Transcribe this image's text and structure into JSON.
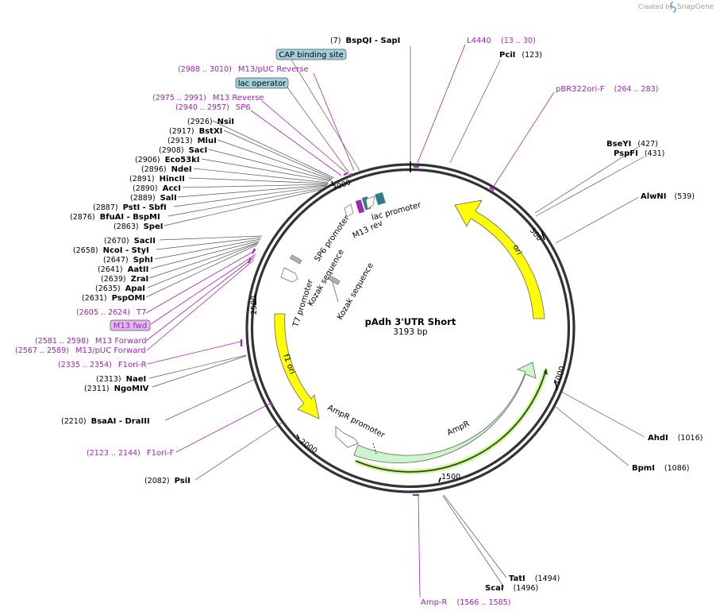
{
  "credit": {
    "prefix": "Created by",
    "brand": "SnapGene"
  },
  "plasmid": {
    "name": "pAdh 3'UTR Short",
    "length_label": "3193 bp"
  },
  "sites": [
    {
      "pre": "(7)",
      "name": "BspQI   - SapI",
      "post": ""
    },
    {
      "pre": "",
      "name": "PciI",
      "post": "(123)"
    },
    {
      "pre": "",
      "name": "BseYI",
      "post": "(427)"
    },
    {
      "pre": "",
      "name": "PspFI",
      "post": "(431)"
    },
    {
      "pre": "",
      "name": "AlwNI",
      "post": "(539)"
    },
    {
      "pre": "",
      "name": "AhdI",
      "post": "(1016)"
    },
    {
      "pre": "",
      "name": "BpmI",
      "post": "(1086)"
    },
    {
      "pre": "",
      "name": "TatI",
      "post": "(1494)"
    },
    {
      "pre": "",
      "name": "ScaI",
      "post": "(1496)"
    },
    {
      "pre": "(2082)",
      "name": "PsiI",
      "post": ""
    },
    {
      "pre": "(2210)",
      "name": "BsaAI   - DraIII",
      "post": ""
    },
    {
      "pre": "(2313)",
      "name": "NaeI",
      "post": ""
    },
    {
      "pre": "(2311)",
      "name": "NgoMIV",
      "post": ""
    },
    {
      "pre": "(2926)",
      "name": "NsiI",
      "post": ""
    },
    {
      "pre": "(2917)",
      "name": "BstXI",
      "post": ""
    },
    {
      "pre": "(2913)",
      "name": "MluI",
      "post": ""
    },
    {
      "pre": "(2908)",
      "name": "SacI",
      "post": ""
    },
    {
      "pre": "(2906)",
      "name": "Eco53kI",
      "post": ""
    },
    {
      "pre": "(2896)",
      "name": "NdeI",
      "post": ""
    },
    {
      "pre": "(2891)",
      "name": "HincII",
      "post": ""
    },
    {
      "pre": "(2890)",
      "name": "AccI",
      "post": ""
    },
    {
      "pre": "(2889)",
      "name": "SalI",
      "post": ""
    },
    {
      "pre": "(2887)",
      "name": "PstI   - SbfI",
      "post": ""
    },
    {
      "pre": "(2876)",
      "name": "BfuAI   - BspMI",
      "post": ""
    },
    {
      "pre": "(2863)",
      "name": "SpeI",
      "post": ""
    },
    {
      "pre": "(2670)",
      "name": "SacII",
      "post": ""
    },
    {
      "pre": "(2658)",
      "name": "NcoI   - StyI",
      "post": ""
    },
    {
      "pre": "(2647)",
      "name": "SphI",
      "post": ""
    },
    {
      "pre": "(2641)",
      "name": "AatII",
      "post": ""
    },
    {
      "pre": "(2639)",
      "name": "ZraI",
      "post": ""
    },
    {
      "pre": "(2635)",
      "name": "ApaI",
      "post": ""
    },
    {
      "pre": "(2631)",
      "name": "PspOMI",
      "post": ""
    }
  ],
  "primers": [
    {
      "pre": "",
      "name": "L4440",
      "post": "(13 .. 30)"
    },
    {
      "pre": "",
      "name": "pBR322ori-F",
      "post": "(264 .. 283)"
    },
    {
      "pre": "(2988 .. 3010)",
      "name": "M13/pUC Reverse",
      "post": ""
    },
    {
      "pre": "(2975 .. 2991)",
      "name": "M13 Reverse",
      "post": ""
    },
    {
      "pre": "(2940 .. 2957)",
      "name": "SP6",
      "post": ""
    },
    {
      "pre": "(2605 .. 2624)",
      "name": "T7",
      "post": ""
    },
    {
      "pre": "(2581 .. 2598)",
      "name": "M13 Forward",
      "post": ""
    },
    {
      "pre": "(2567 .. 2589)",
      "name": "M13/pUC Forward",
      "post": ""
    },
    {
      "pre": "(2335 .. 2354)",
      "name": "F1ori-R",
      "post": ""
    },
    {
      "pre": "(2123 .. 2144)",
      "name": "F1ori-F",
      "post": ""
    },
    {
      "pre": "",
      "name": "Amp-R",
      "post": "(1566 .. 1585)"
    }
  ],
  "boxed_labels": [
    {
      "name": "CAP binding site",
      "color": "#9fd0dc"
    },
    {
      "name": "lac operator",
      "color": "#9fd0dc"
    },
    {
      "name": "M13 fwd",
      "color": "#e2b8ef"
    }
  ],
  "features": [
    {
      "name": "ori",
      "color": "#ffff00"
    },
    {
      "name": "f1 ori",
      "color": "#ffff00"
    },
    {
      "name": "AmpR",
      "color": "#ccf5cc"
    },
    {
      "name": "AmpR promoter",
      "color": "#ffffff"
    },
    {
      "name": "lac promoter",
      "color": "#ffffff"
    },
    {
      "name": "M13 rev",
      "color": "#ffffff"
    },
    {
      "name": "SP6 promoter",
      "color": "#ffffff"
    },
    {
      "name": "Kozak sequence",
      "color": "#b0b0b0"
    },
    {
      "name": "T7 promoter",
      "color": "#ffffff"
    },
    {
      "name": "Kozak sequence",
      "color": "#b0b0b0"
    }
  ],
  "ticks": [
    "500",
    "1000",
    "1500",
    "2000",
    "2500",
    "3000"
  ]
}
